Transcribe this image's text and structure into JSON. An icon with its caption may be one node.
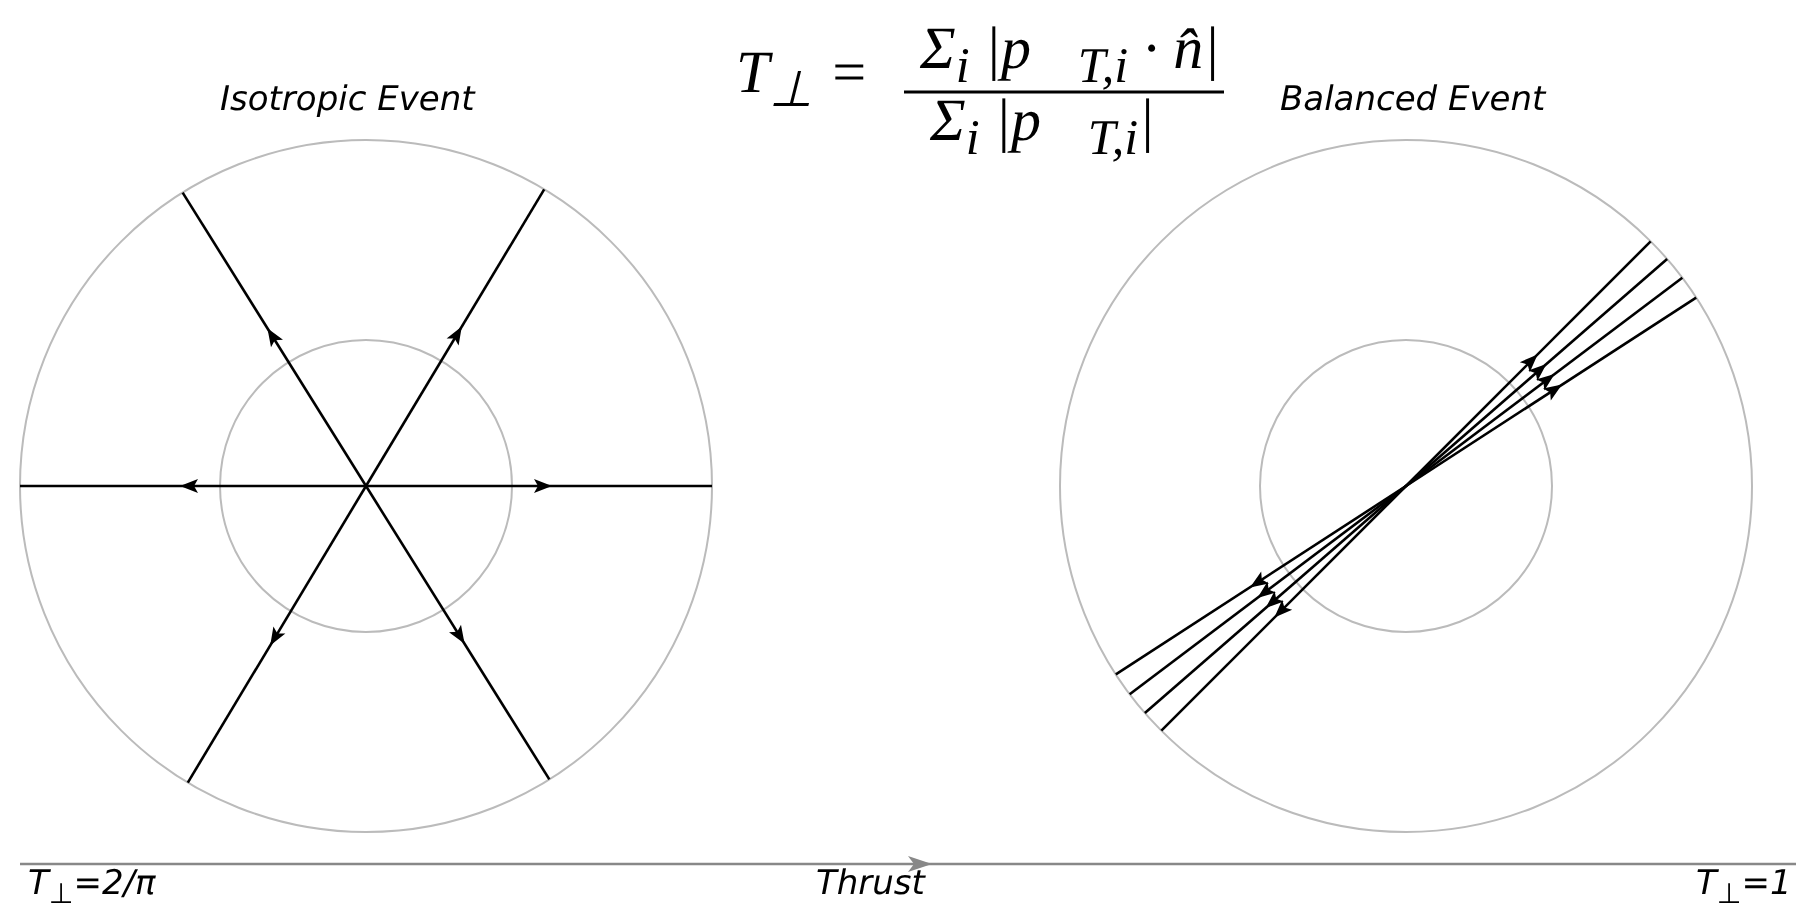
{
  "diagram": {
    "labels": [
      "Isotropic Event",
      "T$_{⊥}$ =",
      "Σ$_{i}$ |p⃗$_{T,i}$ · n̂|",
      "Σ$_{i}$ |p⃗$_{T,i}$|",
      "Balanced Event",
      "T$_{⊥}$=2/π",
      "Thrust",
      "T$_{⊥}$=1"
    ]
  }
}
